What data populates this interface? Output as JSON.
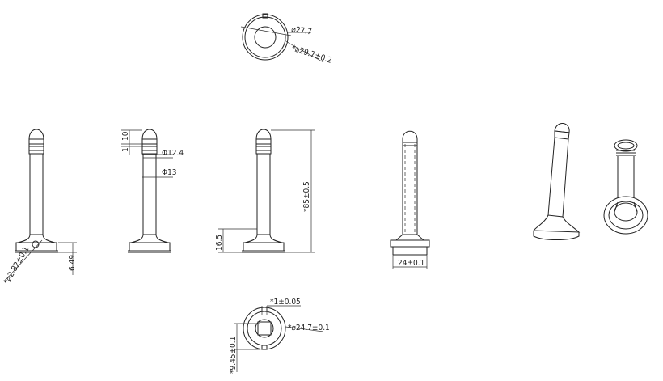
{
  "dimensions": {
    "top_inner": "⌀27.7",
    "top_outer": "*⌀29.7±0.2",
    "base_hole": "*⌀2.82±0.1",
    "base_height": "6.49",
    "ring_pitch_1": "1",
    "ring_pitch_2": "10",
    "upper_dia": "Φ12.4",
    "lower_dia": "Φ13",
    "total_height": "*85±0.5",
    "base_section": "16.5",
    "base_width": "24±0.1",
    "slot_width": "*1±0.05",
    "bottom_outer": "*⌀24.7±0.1",
    "bottom_offset": "*9.45±0.1"
  }
}
